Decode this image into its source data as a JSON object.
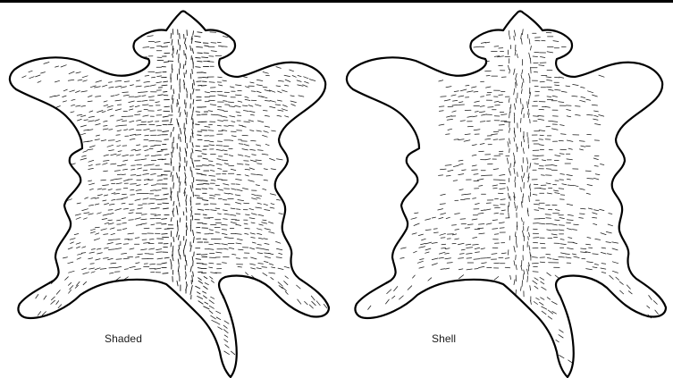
{
  "figure": {
    "panels": [
      {
        "id": "shaded",
        "caption": "Shaded"
      },
      {
        "id": "shell",
        "caption": "Shell"
      }
    ],
    "colors": {
      "outline": "#000000",
      "hair": "#1a1a1a",
      "background": "#ffffff"
    }
  }
}
